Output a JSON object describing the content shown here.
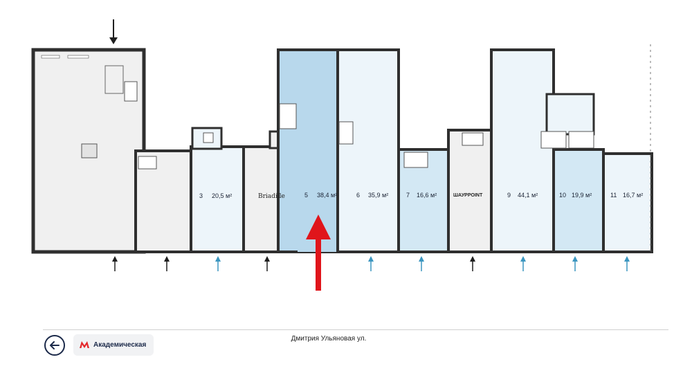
{
  "units": [
    {
      "number": "3",
      "area": "20,5 м²",
      "available": true
    },
    {
      "tenant": "Briadille",
      "available": false
    },
    {
      "number": "5",
      "area": "38,4 м²",
      "available": true,
      "selected": true
    },
    {
      "number": "6",
      "area": "35,9 м²",
      "available": true
    },
    {
      "number": "7",
      "area": "16,6 м²",
      "available": true
    },
    {
      "tenant": "ШАУРPOINT",
      "available": false
    },
    {
      "number": "9",
      "area": "44,1 м²",
      "available": true
    },
    {
      "number": "10",
      "area": "19,9 м²",
      "available": true
    },
    {
      "number": "11",
      "area": "16,7 м²",
      "available": true
    }
  ],
  "street_name": "Дмитрия Ульяновая ул.",
  "metro": {
    "station": "Академическая",
    "icon": "metro-m-icon",
    "color": "#e4262a"
  },
  "back_icon": "arrow-left-icon",
  "colors": {
    "wall": "#2f2f2f",
    "floor": "#f0f0f0",
    "available": "#edf5fa",
    "selected": "#b8d8ec",
    "highlight": "#d3e8f4",
    "entrance_available": "#3b96c0",
    "entrance_other": "#1f1f1f",
    "pointer": "#e0151b"
  }
}
